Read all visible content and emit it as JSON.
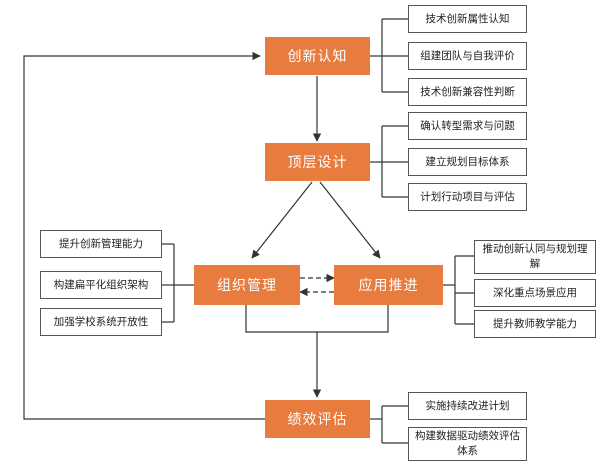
{
  "stages": {
    "s1": "创新认知",
    "s2": "顶层设计",
    "s3": "组织管理",
    "s4": "应用推进",
    "s5": "绩效评估"
  },
  "details": {
    "s1": [
      "技术创新属性认知",
      "组建团队与自我评价",
      "技术创新兼容性判断"
    ],
    "s2": [
      "确认转型需求与问题",
      "建立规划目标体系",
      "计划行动项目与评估"
    ],
    "s3": [
      "提升创新管理能力",
      "构建扁平化组织架构",
      "加强学校系统开放性"
    ],
    "s4": [
      "推动创新认同与规划理解",
      "深化重点场景应用",
      "提升教师教学能力"
    ],
    "s5": [
      "实施持续改进计划",
      "构建数据驱动绩效评估体系"
    ]
  },
  "colors": {
    "accent": "#e87b3e",
    "line": "#333333"
  }
}
